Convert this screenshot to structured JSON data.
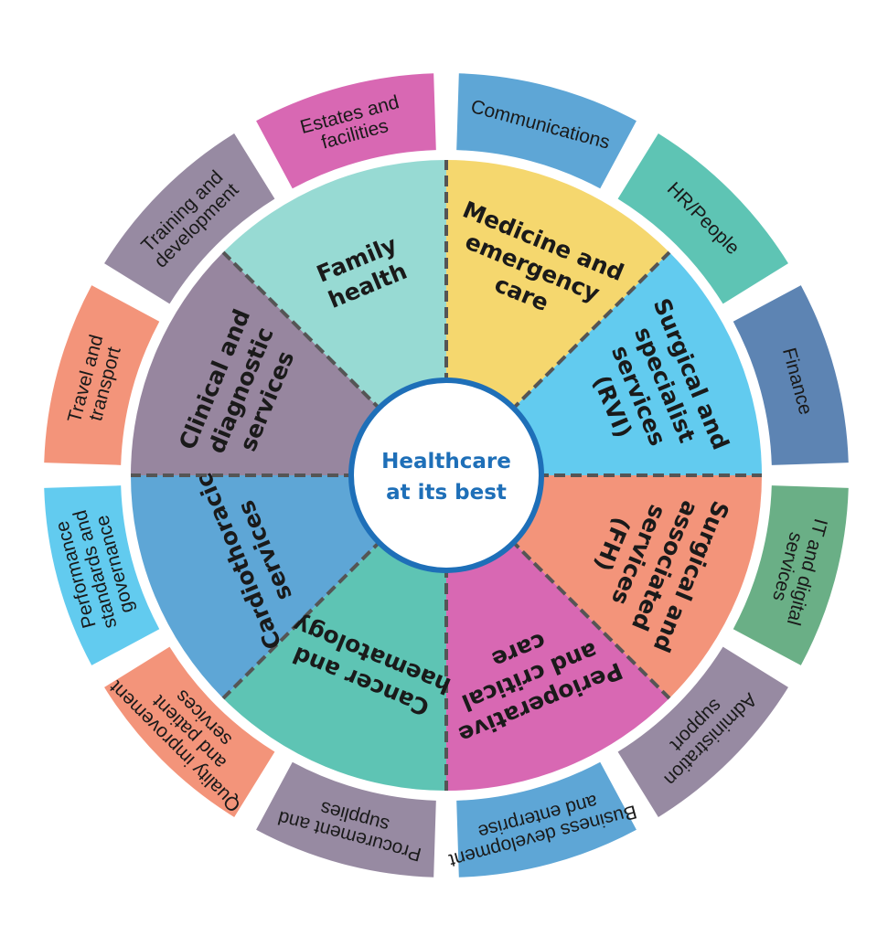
{
  "center": {
    "lines": [
      "Healthcare",
      "at its best"
    ],
    "color": "#1e6fb8"
  },
  "inner_segments": [
    {
      "id": "medicine",
      "lines": [
        "Medicine and",
        "emergency",
        "care"
      ],
      "color": "#f5d76e"
    },
    {
      "id": "surgical-rvi",
      "lines": [
        "Surgical and",
        "specialist",
        "services",
        "(RVI)"
      ],
      "color": "#62cbef"
    },
    {
      "id": "surgical-fh",
      "lines": [
        "Surgical and",
        "associated",
        "services",
        "(FH)"
      ],
      "color": "#f3947a"
    },
    {
      "id": "perioperative",
      "lines": [
        "Perioperative",
        "and critical",
        "care"
      ],
      "color": "#d868b3"
    },
    {
      "id": "cancer",
      "lines": [
        "Cancer and",
        "haematology"
      ],
      "color": "#5ec4b4"
    },
    {
      "id": "cardiothoracic",
      "lines": [
        "Cardiothoracic",
        "services"
      ],
      "color": "#5ea6d6"
    },
    {
      "id": "clinical",
      "lines": [
        "Clinical and",
        "diagnostic",
        "services"
      ],
      "color": "#97869f"
    },
    {
      "id": "family",
      "lines": [
        "Family",
        "health"
      ],
      "color": "#97dad3"
    }
  ],
  "outer_segments": [
    {
      "id": "communications",
      "lines": [
        "Communications"
      ],
      "color": "#5ea6d6"
    },
    {
      "id": "hr-people",
      "lines": [
        "HR/People"
      ],
      "color": "#5ec4b4"
    },
    {
      "id": "finance",
      "lines": [
        "Finance"
      ],
      "color": "#5d84b3"
    },
    {
      "id": "it-digital",
      "lines": [
        "IT and digital",
        "services"
      ],
      "color": "#6aaf86"
    },
    {
      "id": "administration",
      "lines": [
        "Administration",
        "support"
      ],
      "color": "#978aa2"
    },
    {
      "id": "business",
      "lines": [
        "Business development",
        "and enterprise"
      ],
      "color": "#5ea6d6"
    },
    {
      "id": "procurement",
      "lines": [
        "Procurement and",
        "supplies"
      ],
      "color": "#978aa2"
    },
    {
      "id": "quality",
      "lines": [
        "Quality improvement",
        "and patient",
        "services"
      ],
      "color": "#f3947a"
    },
    {
      "id": "performance",
      "lines": [
        "Performance",
        "standards and",
        "governance"
      ],
      "color": "#62cbef"
    },
    {
      "id": "travel",
      "lines": [
        "Travel and",
        "transport"
      ],
      "color": "#f3947a"
    },
    {
      "id": "training",
      "lines": [
        "Training and",
        "development"
      ],
      "color": "#978aa2"
    },
    {
      "id": "estates",
      "lines": [
        "Estates and",
        "facilities"
      ],
      "color": "#d868b3"
    }
  ]
}
